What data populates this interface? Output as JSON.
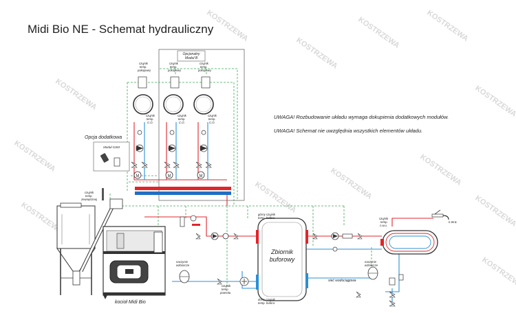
{
  "title": "Midi Bio NE - Schemat hydrauliczny",
  "notes": {
    "note1": "UWAGA! Rozbudowanie układu wymaga dokupienia dodatkowych modułów.",
    "note2": "UWAGA! Schemat nie uwzględnia wszystkich elementów układu."
  },
  "labels": {
    "optional_module_line1": "Opcjonalny",
    "optional_module_line2": "Moduł B",
    "sensor_room_l1": "czujnik",
    "sensor_room_l2": "temp.",
    "sensor_room_l3": "pokojowej",
    "sensor_co_l1": "czujnik",
    "sensor_co_l2": "temp.",
    "sensor_co_l3": "C.O.",
    "option_additional": "Opcja dodatkowa",
    "gsm_module": "Moduł GSM",
    "sensor_outdoor_l1": "czujnik",
    "sensor_outdoor_l2": "temp.",
    "sensor_outdoor_l3": "zewnętrznej",
    "tank_name_l1": "Zbiornik",
    "tank_name_l2": "buforowy",
    "tank_top_sensor_l1": "górny czujnik",
    "tank_top_sensor_l2": "temp. bufora",
    "tank_bottom_sensor_l1": "dolny czujnik",
    "tank_bottom_sensor_l2": "temp. bufora",
    "expansion_l1": "naczynie",
    "expansion_l2": "wzbiorcze",
    "sensor_return_l1": "czujnik",
    "sensor_return_l2": "temp.",
    "sensor_return_l3": "powrotu",
    "boiler_name": "kocioł Midi Bio",
    "water_network": "sieć wodociągowa",
    "sensor_cwu_l1": "czujnik",
    "sensor_cwu_l2": "temp.",
    "sensor_cwu_l3": "c.w.u.",
    "cwu": "c.w.u.",
    "watermark": "KOSTRZEWA"
  },
  "colors": {
    "supply": "#e2242b",
    "return": "#2b8fd6",
    "control": "#3aa856",
    "outline": "#333333",
    "manifold_red": "#e2242b",
    "manifold_blue": "#1f6fc4"
  }
}
